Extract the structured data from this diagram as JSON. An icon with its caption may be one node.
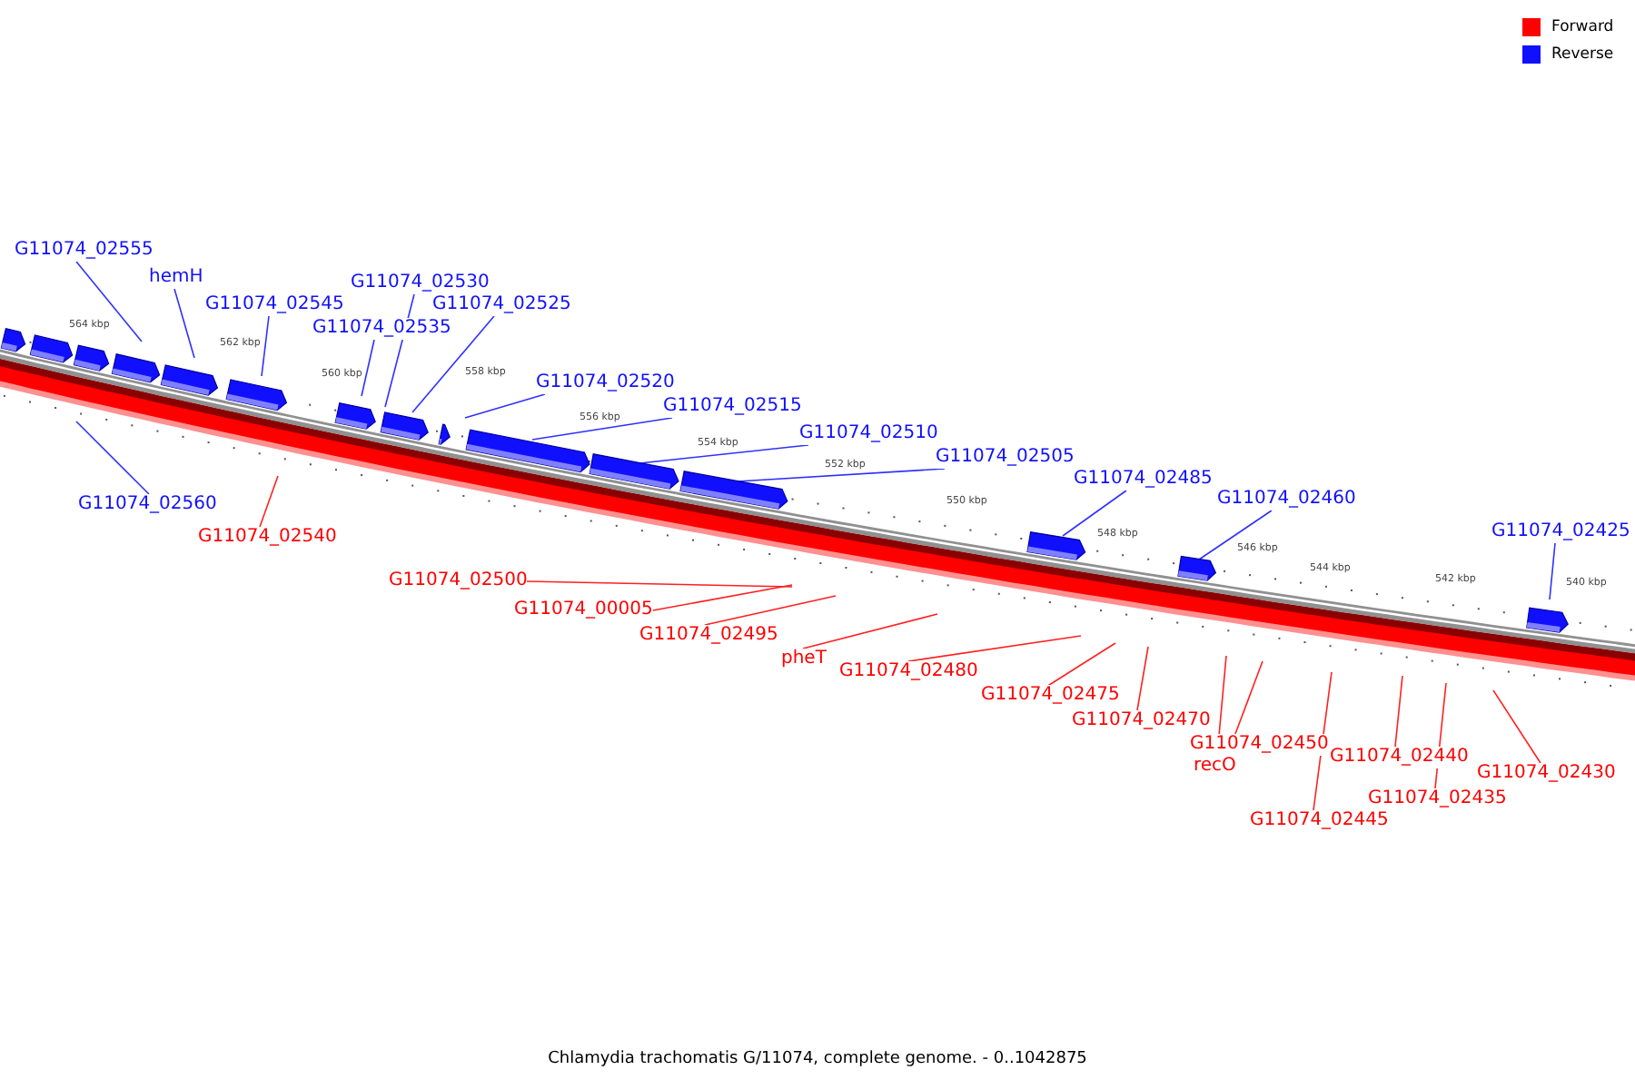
{
  "diagram": {
    "caption": "Chlamydia trachomatis G/11074, complete genome. - 0..1042875",
    "nodes": [
      {
        "text": [
          "G11074_02555"
        ]
      },
      {
        "text": [
          "hemH"
        ]
      },
      {
        "text": [
          "G11074_02545"
        ]
      },
      {
        "text": [
          "G11074_02530"
        ]
      },
      {
        "text": [
          "G11074_02535"
        ]
      },
      {
        "text": [
          "G11074_02525"
        ]
      },
      {
        "text": [
          "G11074_02520"
        ]
      },
      {
        "text": [
          "G11074_02515"
        ]
      },
      {
        "text": [
          "G11074_02510"
        ]
      },
      {
        "text": [
          "G11074_02505"
        ]
      },
      {
        "text": [
          "G11074_02485"
        ]
      },
      {
        "text": [
          "G11074_02460"
        ]
      },
      {
        "text": [
          "G11074_02425"
        ]
      },
      {
        "text": [
          "G11074_02560"
        ]
      },
      {
        "text": [
          "G11074_02540"
        ]
      },
      {
        "text": [
          "G11074_02500"
        ]
      },
      {
        "text": [
          "G11074_00005"
        ]
      },
      {
        "text": [
          "G11074_02495"
        ]
      },
      {
        "text": [
          "pheT"
        ]
      },
      {
        "text": [
          "G11074_02480"
        ]
      },
      {
        "text": [
          "G11074_02475"
        ]
      },
      {
        "text": [
          "G11074_02470"
        ]
      },
      {
        "text": [
          "G11074_02450"
        ]
      },
      {
        "text": [
          "recO"
        ]
      },
      {
        "text": [
          "G11074_02445"
        ]
      },
      {
        "text": [
          "G11074_02440"
        ]
      },
      {
        "text": [
          "G11074_02435"
        ]
      },
      {
        "text": [
          "G11074_02430"
        ]
      }
    ],
    "edges": [
      {
        "from": 0,
        "to": null,
        "arrow": "none",
        "color": "#3030ff"
      },
      {
        "from": 1,
        "to": null,
        "arrow": "none",
        "color": "#3030ff"
      },
      {
        "from": 2,
        "to": null,
        "arrow": "none",
        "color": "#3030ff"
      },
      {
        "from": 3,
        "to": null,
        "arrow": "none",
        "color": "#3030ff"
      },
      {
        "from": 4,
        "to": null,
        "arrow": "none",
        "color": "#3030ff"
      },
      {
        "from": 5,
        "to": null,
        "arrow": "none",
        "color": "#3030ff"
      },
      {
        "from": 6,
        "to": null,
        "arrow": "none",
        "color": "#3030ff"
      },
      {
        "from": 7,
        "to": null,
        "arrow": "none",
        "color": "#3030ff"
      },
      {
        "from": 8,
        "to": null,
        "arrow": "none",
        "color": "#3030ff"
      },
      {
        "from": 9,
        "to": null,
        "arrow": "none",
        "color": "#3030ff"
      },
      {
        "from": 10,
        "to": null,
        "arrow": "none",
        "color": "#3030ff"
      },
      {
        "from": 11,
        "to": null,
        "arrow": "none",
        "color": "#3030ff"
      },
      {
        "from": 12,
        "to": null,
        "arrow": "none",
        "color": "#3030ff"
      },
      {
        "from": 13,
        "to": null,
        "arrow": "none",
        "color": "#3030ff"
      },
      {
        "from": 14,
        "to": null,
        "arrow": "none",
        "color": "#ff2020"
      },
      {
        "from": 15,
        "to": null,
        "arrow": "none",
        "color": "#ff2020"
      },
      {
        "from": 16,
        "to": null,
        "arrow": "none",
        "color": "#ff2020"
      },
      {
        "from": 17,
        "to": null,
        "arrow": "none",
        "color": "#ff2020"
      },
      {
        "from": 18,
        "to": null,
        "arrow": "none",
        "color": "#ff2020"
      },
      {
        "from": 19,
        "to": null,
        "arrow": "none",
        "color": "#ff2020"
      },
      {
        "from": 20,
        "to": null,
        "arrow": "none",
        "color": "#ff2020"
      },
      {
        "from": 21,
        "to": null,
        "arrow": "none",
        "color": "#ff2020"
      },
      {
        "from": 22,
        "to": null,
        "arrow": "none",
        "color": "#ff2020"
      },
      {
        "from": 23,
        "to": null,
        "arrow": "none",
        "color": "#ff2020"
      },
      {
        "from": 24,
        "to": null,
        "arrow": "none",
        "color": "#ff2020"
      },
      {
        "from": 25,
        "to": null,
        "arrow": "none",
        "color": "#ff2020"
      },
      {
        "from": 26,
        "to": null,
        "arrow": "none",
        "color": "#ff2020"
      },
      {
        "from": 27,
        "to": null,
        "arrow": "none",
        "color": "#ff2020"
      }
    ],
    "labels": [
      "564 kbp",
      "562 kbp",
      "560 kbp",
      "558 kbp",
      "556 kbp",
      "554 kbp",
      "552 kbp",
      "550 kbp",
      "548 kbp",
      "546 kbp",
      "544 kbp",
      "542 kbp",
      "540 kbp"
    ],
    "legend": [
      {
        "text": "Forward",
        "color": "#ff0000"
      },
      {
        "text": "Reverse",
        "color": "#1010ff"
      }
    ]
  }
}
